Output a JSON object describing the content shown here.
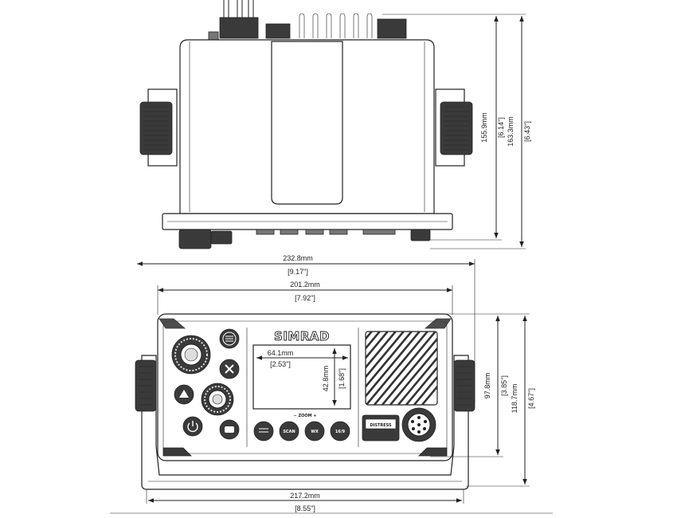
{
  "brand": "SIMRAD",
  "labels": {
    "distress": "DISTRESS",
    "zoom": "− ZOOM +",
    "btn_scan": "SCAN",
    "btn_wx": "WX",
    "btn_16_9": "16/9"
  },
  "dimensions": {
    "height_body_mm": "155.9mm",
    "height_body_in": "[6.14\"]",
    "height_total_mm": "163.3mm",
    "height_total_in": "[6.43\"]",
    "width_bracket_mm": "232.8mm",
    "width_bracket_in": "[9.17\"]",
    "width_front_mm": "201.2mm",
    "width_front_in": "[7.92\"]",
    "screen_w_mm": "64.1mm",
    "screen_w_in": "[2.53\"]",
    "screen_h_mm": "42.8mm",
    "screen_h_in": "[1.68\"]",
    "front_h_mm": "97.8mm",
    "front_h_in": "[3.85\"]",
    "front_total_h_mm": "118.7mm",
    "front_total_h_in": "[4.67\"]",
    "bottom_w_mm": "217.2mm",
    "bottom_w_in": "[8.55\"]"
  }
}
